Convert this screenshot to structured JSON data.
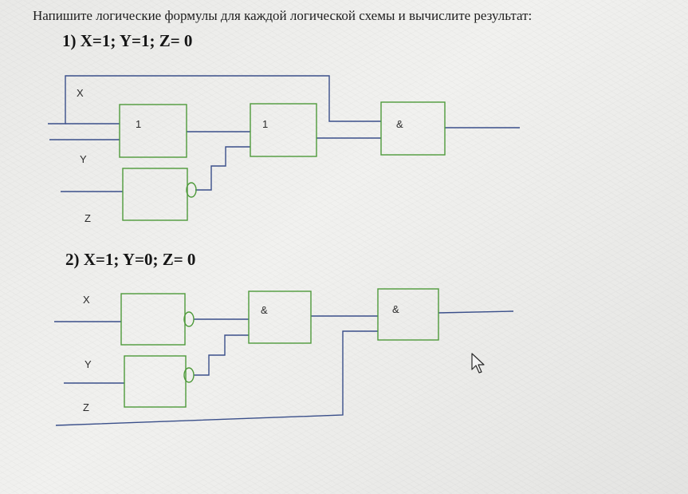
{
  "heading": "Напишите логические формулы для каждой логической схемы и вычислите результат:",
  "task1": {
    "title": "1)  X=1; Y=1; Z= 0",
    "inputs": [
      "X",
      "Y",
      "Z"
    ],
    "gates": {
      "or_a": "1",
      "or_b": "1",
      "and_final": "&"
    }
  },
  "task2": {
    "title": "2)  X=1; Y=0; Z= 0",
    "inputs": [
      "X",
      "Y",
      "Z"
    ],
    "gates": {
      "and_a": "&",
      "and_final": "&"
    }
  },
  "colors": {
    "gate_border": "#4e9a3a",
    "wire": "#3a4f8a",
    "text": "#1e1e1e",
    "background": "#ececea"
  }
}
